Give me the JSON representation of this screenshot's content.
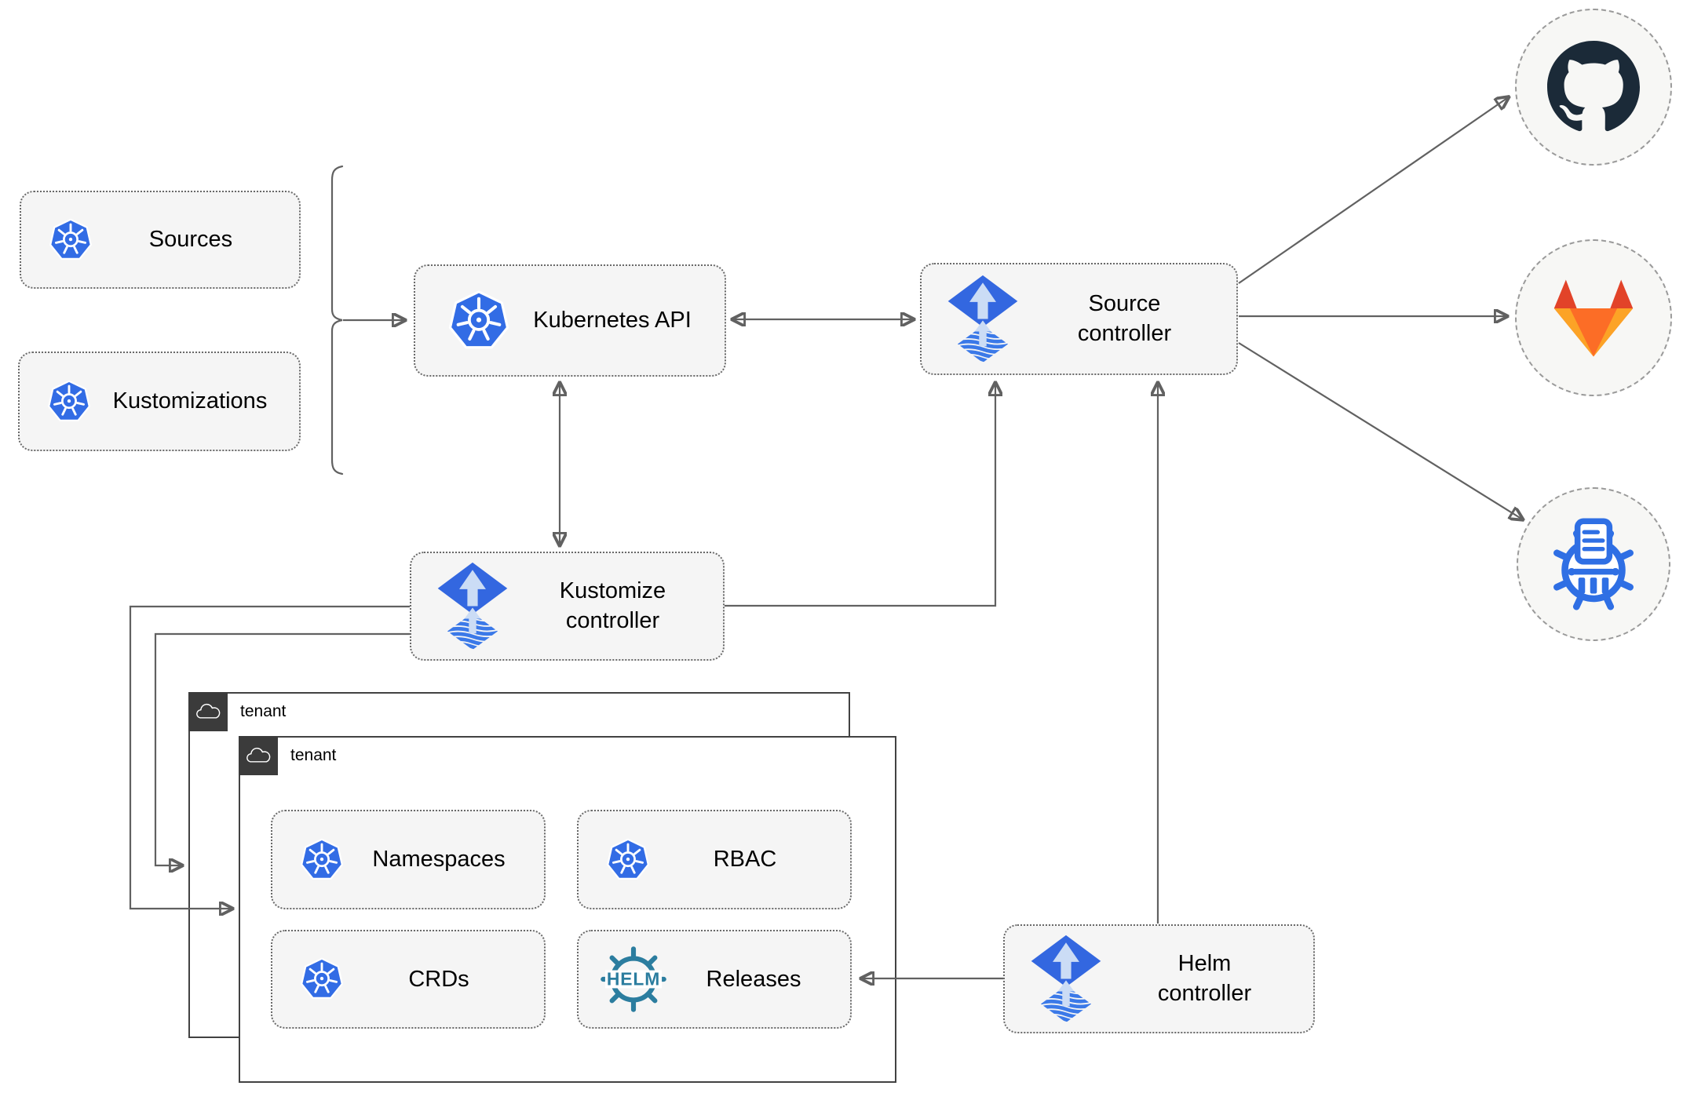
{
  "colors": {
    "k8s_blue": "#326ce5",
    "flux_blue": "#3367e0",
    "flux_light": "#cbdcf5",
    "flux_wave": "#3b79e8",
    "helm_teal": "#2b7d9f",
    "github_dark": "#1b2a38",
    "gitlab_red": "#e24329",
    "gitlab_orange": "#fc6d26",
    "gitlab_yellow": "#fca326",
    "bucket_blue": "#2f6fe4",
    "line_gray": "#616161",
    "box_fill": "#f5f5f5",
    "box_border": "#696969",
    "tenant_dark": "#3b3b3b",
    "tenant_border": "#424242",
    "circle_fill": "#f7f7f5",
    "circle_border": "#9a9a9a",
    "text_black": "#000000"
  },
  "nodes": {
    "sources": {
      "label": "Sources",
      "icon": "kubernetes-icon"
    },
    "kustomizations": {
      "label": "Kustomizations",
      "icon": "kubernetes-icon"
    },
    "kubernetes_api": {
      "label": "Kubernetes API",
      "icon": "kubernetes-icon"
    },
    "source_controller": {
      "label": "Source controller",
      "icon": "flux-icon"
    },
    "kustomize_controller": {
      "label": "Kustomize controller",
      "icon": "flux-icon"
    },
    "helm_controller": {
      "label": "Helm controller",
      "icon": "flux-icon"
    },
    "namespaces": {
      "label": "Namespaces",
      "icon": "kubernetes-icon"
    },
    "rbac": {
      "label": "RBAC",
      "icon": "kubernetes-icon"
    },
    "crds": {
      "label": "CRDs",
      "icon": "kubernetes-icon"
    },
    "releases": {
      "label": "Releases",
      "icon": "helm-icon"
    }
  },
  "tenants": {
    "outer": {
      "label": "tenant"
    },
    "inner": {
      "label": "tenant"
    }
  },
  "externals": {
    "github": {
      "icon": "github-icon"
    },
    "gitlab": {
      "icon": "gitlab-icon"
    },
    "bucket": {
      "icon": "bucket-icon"
    }
  },
  "edges": [
    {
      "from": "sources-kustomizations-group",
      "to": "kubernetes-api",
      "arrow": "end"
    },
    {
      "from": "kubernetes-api",
      "to": "source-controller",
      "arrow": "both"
    },
    {
      "from": "kubernetes-api",
      "to": "kustomize-controller",
      "arrow": "both"
    },
    {
      "from": "kustomize-controller",
      "to": "source-controller",
      "arrow": "end"
    },
    {
      "from": "helm-controller",
      "to": "source-controller",
      "arrow": "end"
    },
    {
      "from": "kustomize-controller",
      "to": "tenant-outer",
      "arrow": "end"
    },
    {
      "from": "kustomize-controller",
      "to": "tenant-inner",
      "arrow": "end"
    },
    {
      "from": "helm-controller",
      "to": "releases",
      "arrow": "end"
    },
    {
      "from": "source-controller",
      "to": "github",
      "arrow": "end"
    },
    {
      "from": "source-controller",
      "to": "gitlab",
      "arrow": "end"
    },
    {
      "from": "source-controller",
      "to": "bucket",
      "arrow": "end"
    }
  ]
}
